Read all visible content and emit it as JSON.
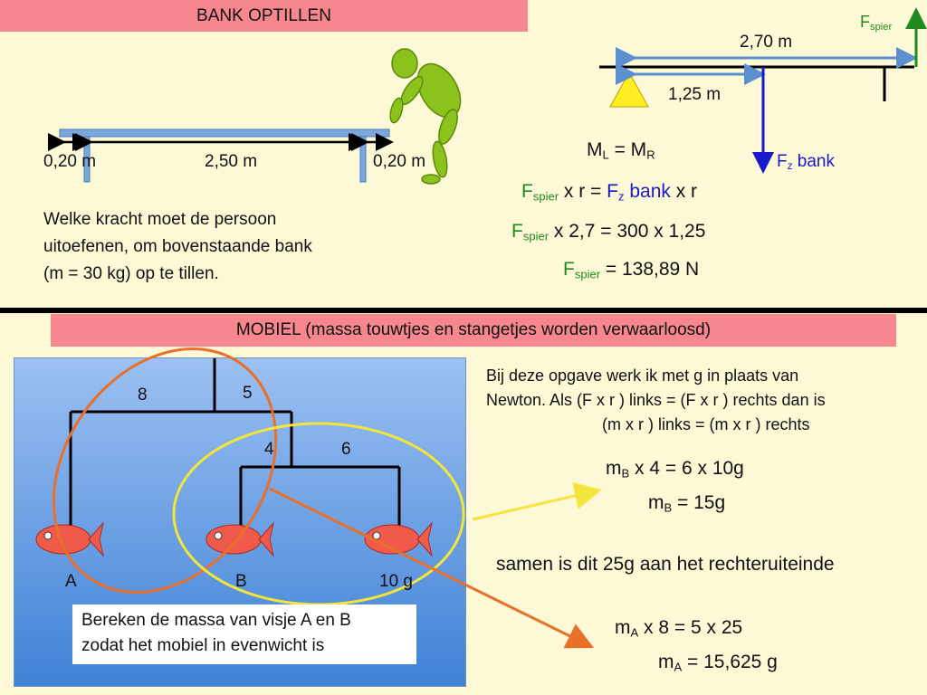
{
  "top": {
    "banner": "BANK OPTILLEN",
    "bench": {
      "left_dim": "0,20 m",
      "mid_dim": "2,50 m",
      "right_dim": "0,20 m"
    },
    "question": [
      "Welke kracht moet de persoon",
      "uitoefenen, om bovenstaande bank",
      "(m = 30 kg) op te tillen."
    ],
    "lever": {
      "force_label_main": "F",
      "force_label_sub": "spier",
      "long_dim": "2,70 m",
      "short_dim": "1,25 m",
      "weight_label_main": "F",
      "weight_label_sub": "z",
      "weight_label_tail": " bank"
    },
    "equations": {
      "eq1_m1": "M",
      "eq1_s1": "L",
      "eq1_mid": " = M",
      "eq1_s2": "R",
      "eq2_f": "F",
      "eq2_sub": "spier",
      "eq2_x": "  x  r  = ",
      "eq2_fz": "F",
      "eq2_fz_sub": "z",
      "eq2_bank": " bank",
      "eq2_tail": "  x r",
      "eq3_f": "F",
      "eq3_sub": "spier",
      "eq3_rest": " x 2,7 = 300 x 1,25",
      "eq4_f": "F",
      "eq4_sub": "spier",
      "eq4_rest": "  = 138,89 N"
    }
  },
  "bottom": {
    "banner": "MOBIEL (massa touwtjes en stangetjes worden verwaarloosd)",
    "mobile": {
      "arm_top_left": "8",
      "arm_top_right": "5",
      "arm_lower_left": "4",
      "arm_lower_right": "6",
      "fish_a": "A",
      "fish_b": "B",
      "fish_c": "10 g"
    },
    "question": [
      "Bereken de massa van visje A en B",
      "zodat het mobiel in evenwicht is"
    ],
    "explain": [
      "Bij deze opgave werk ik met g in plaats van",
      "Newton. Als (F x r ) links = (F x r ) rechts dan is",
      "(m x r ) links = (m x r ) rechts"
    ],
    "calc": {
      "b1_m": "m",
      "b1_sub": "B",
      "b1_rest": " x  4 =  6 x 10g",
      "b2_m": "m",
      "b2_sub": "B",
      "b2_rest": " = 15g",
      "total": "samen is dit 25g aan het rechteruiteinde",
      "a1_m": "m",
      "a1_sub": "A",
      "a1_rest": " x  8 =  5 x 25",
      "a2_m": "m",
      "a2_sub": "A",
      "a2_rest": " = 15,625 g"
    }
  },
  "colors": {
    "banner": "#f7878e",
    "background": "#fdf8d6",
    "green_text": "#1f8a1f",
    "blue_text": "#1a1acc",
    "orange_ellipse": "#e8702a",
    "yellow_ellipse": "#f3e53a"
  }
}
